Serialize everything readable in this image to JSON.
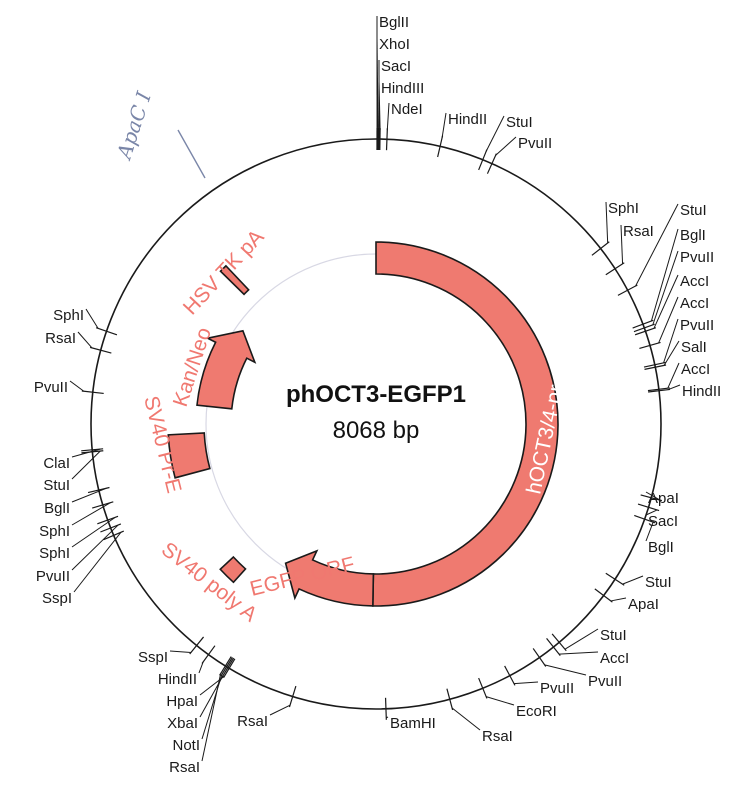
{
  "plasmid": {
    "name": "phOCT3-EGFP1",
    "size_label": "8068 bp"
  },
  "colors": {
    "feature_fill": "#ef7a70",
    "feature_label": "#f07870",
    "backbone": "#1a1a1a",
    "inner_circle": "#d8d8e4",
    "handwriting": "#7a86a8"
  },
  "annotation": "ApaC I",
  "features": [
    {
      "label": "hOCT3/4-pr",
      "type": "promoter"
    },
    {
      "label": "EGFP ORF",
      "type": "arrow"
    },
    {
      "label": "SV40 poly A",
      "type": "box"
    },
    {
      "label": "SV40 Pr-E",
      "type": "box"
    },
    {
      "label": "Kan/Neo",
      "type": "arrow"
    },
    {
      "label": "HSV TK pA",
      "type": "box"
    }
  ],
  "sites": [
    {
      "name": "BglII"
    },
    {
      "name": "XhoI"
    },
    {
      "name": "SacI"
    },
    {
      "name": "HindIII"
    },
    {
      "name": "NdeI"
    },
    {
      "name": "HindII"
    },
    {
      "name": "StuI"
    },
    {
      "name": "PvuII"
    },
    {
      "name": "SphI"
    },
    {
      "name": "RsaI"
    },
    {
      "name": "StuI"
    },
    {
      "name": "BglI"
    },
    {
      "name": "PvuII"
    },
    {
      "name": "AccI"
    },
    {
      "name": "AccI"
    },
    {
      "name": "PvuII"
    },
    {
      "name": "SalI"
    },
    {
      "name": "AccI"
    },
    {
      "name": "HindII"
    },
    {
      "name": "ApaI"
    },
    {
      "name": "SacI"
    },
    {
      "name": "BglI"
    },
    {
      "name": "StuI"
    },
    {
      "name": "ApaI"
    },
    {
      "name": "StuI"
    },
    {
      "name": "AccI"
    },
    {
      "name": "PvuII"
    },
    {
      "name": "PvuII"
    },
    {
      "name": "EcoRI"
    },
    {
      "name": "RsaI"
    },
    {
      "name": "BamHI"
    },
    {
      "name": "RsaI"
    },
    {
      "name": "SspI"
    },
    {
      "name": "HindII"
    },
    {
      "name": "HpaI"
    },
    {
      "name": "XbaI"
    },
    {
      "name": "NotI"
    },
    {
      "name": "RsaI"
    },
    {
      "name": "ClaI"
    },
    {
      "name": "StuI"
    },
    {
      "name": "BglI"
    },
    {
      "name": "SphI"
    },
    {
      "name": "SphI"
    },
    {
      "name": "PvuII"
    },
    {
      "name": "SspI"
    },
    {
      "name": "PvuII"
    },
    {
      "name": "RsaI"
    },
    {
      "name": "SphI"
    }
  ]
}
